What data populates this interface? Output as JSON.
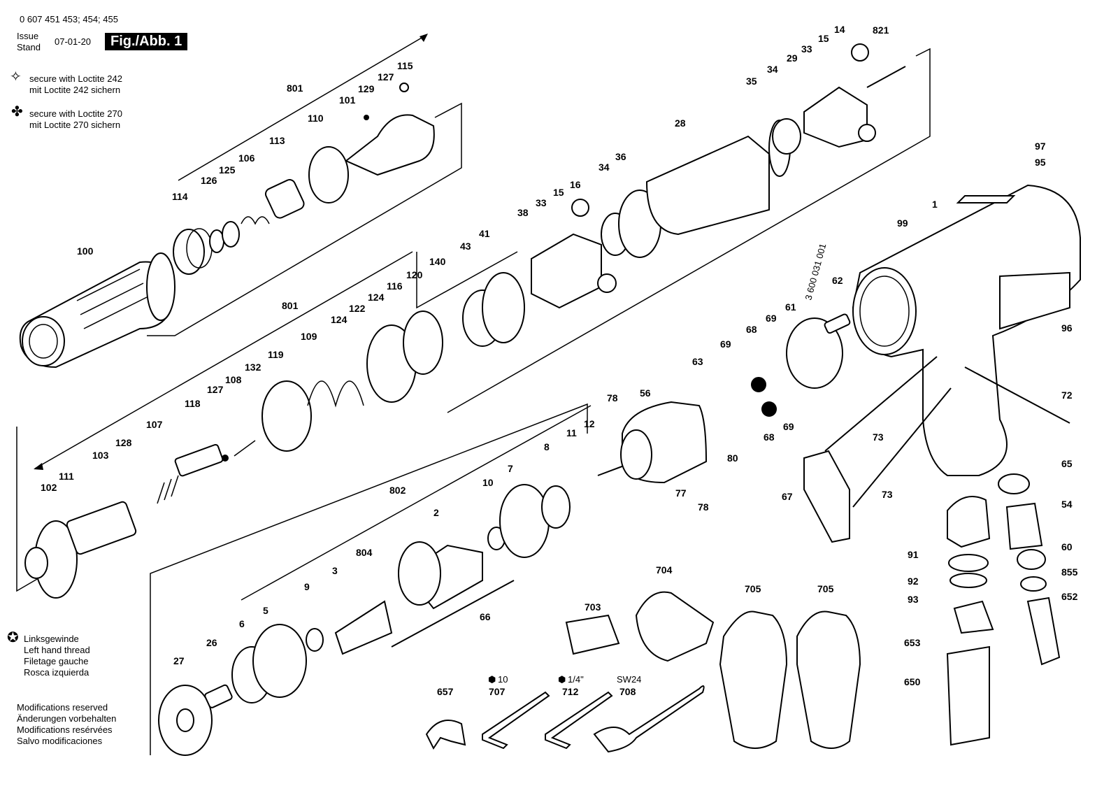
{
  "header": {
    "part_numbers": "0 607 451 453; 454; 455",
    "issue_label": "Issue",
    "stand_label": "Stand",
    "issue_date": "07-01-20",
    "figure_label": "Fig./Abb. 1"
  },
  "legend": {
    "loctite_242": [
      "secure with Loctite 242",
      "mit Loctite 242 sichern"
    ],
    "loctite_270": [
      "secure with Loctite 270",
      "mit Loctite 270 sichern"
    ],
    "left_hand_thread": [
      "Linksgewinde",
      "Left hand thread",
      "Filetage gauche",
      "Rosca izquierda"
    ]
  },
  "footer_notes": [
    "Modifications reserved",
    "Änderungen vorbehalten",
    "Modifications resérvées",
    "Salvo modificaciones"
  ],
  "side_label": "3 600 031 001",
  "tool_notes": {
    "hex_10": "10",
    "hex_quarter": "1/4\"",
    "wrench_size": "SW24"
  },
  "callouts": [
    "100",
    "114",
    "126",
    "125",
    "106",
    "113",
    "110",
    "101",
    "129",
    "127",
    "115",
    "801",
    "38",
    "33",
    "15",
    "16",
    "34",
    "36",
    "28",
    "35",
    "34",
    "29",
    "33",
    "15",
    "14",
    "821",
    "41",
    "43",
    "140",
    "120",
    "116",
    "124",
    "122",
    "124",
    "109",
    "801",
    "119",
    "132",
    "108",
    "127",
    "118",
    "107",
    "128",
    "103",
    "111",
    "102",
    "97",
    "95",
    "1",
    "99",
    "62",
    "61",
    "69",
    "68",
    "69",
    "68",
    "63",
    "69",
    "56",
    "78",
    "80",
    "77",
    "78",
    "72",
    "73",
    "73",
    "96",
    "67",
    "65",
    "54",
    "91",
    "60",
    "92",
    "855",
    "93",
    "652",
    "653",
    "650",
    "802",
    "2",
    "10",
    "7",
    "8",
    "11",
    "12",
    "804",
    "3",
    "9",
    "5",
    "6",
    "26",
    "27",
    "66",
    "704",
    "703",
    "705",
    "705",
    "657",
    "707",
    "712",
    "708"
  ]
}
